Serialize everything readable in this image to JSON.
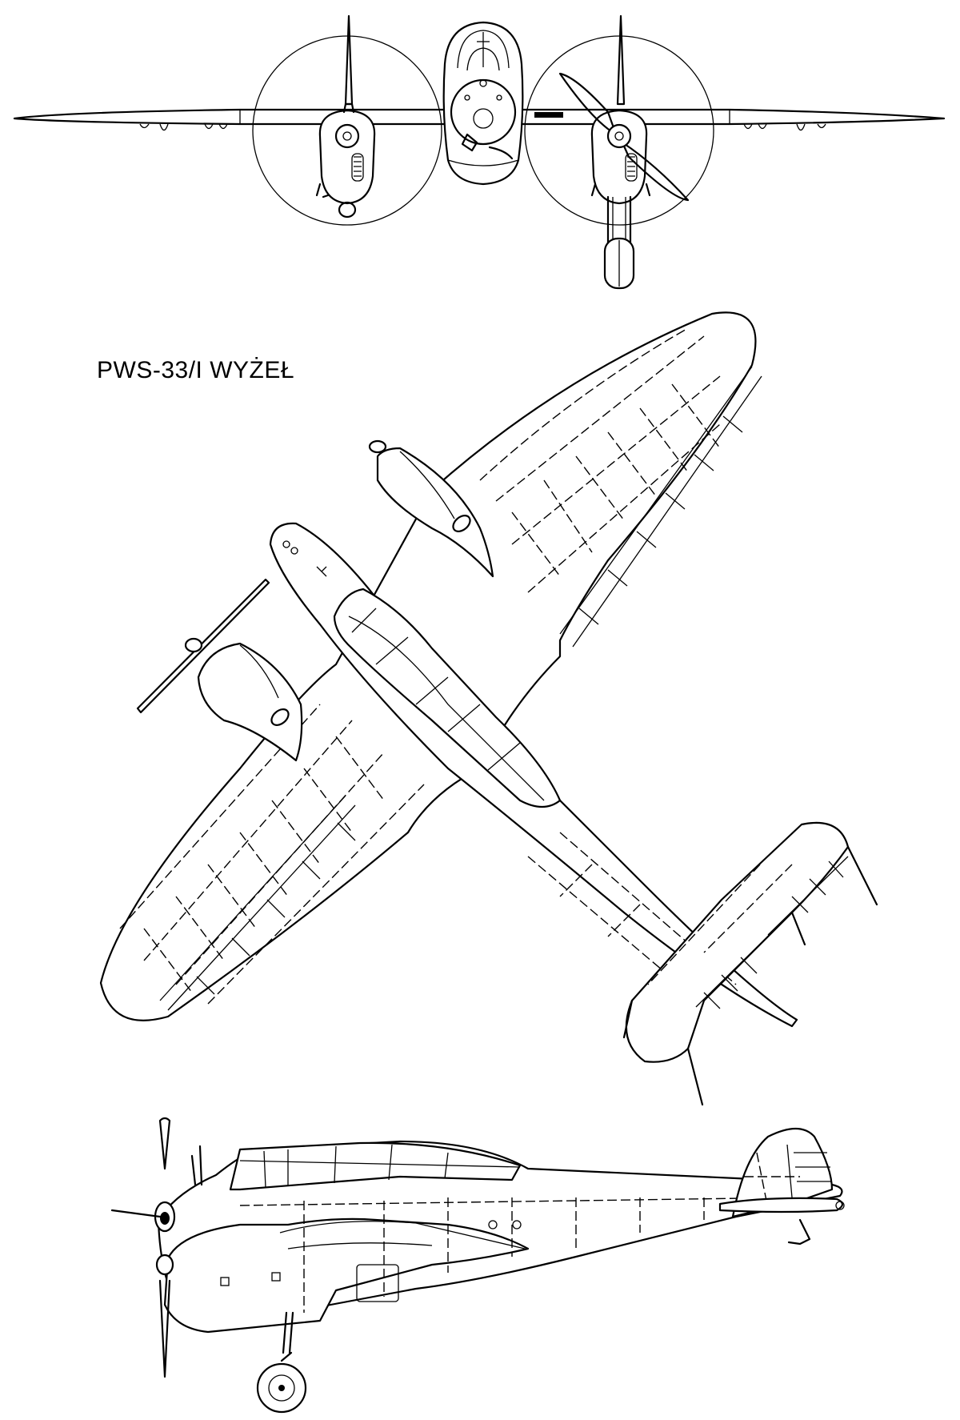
{
  "drawing": {
    "title": "PWS-33/I WYŻEŁ",
    "views": [
      {
        "view": "front"
      },
      {
        "view": "top"
      },
      {
        "view": "side"
      }
    ],
    "line_color": "#000000",
    "background_color": "#ffffff"
  }
}
